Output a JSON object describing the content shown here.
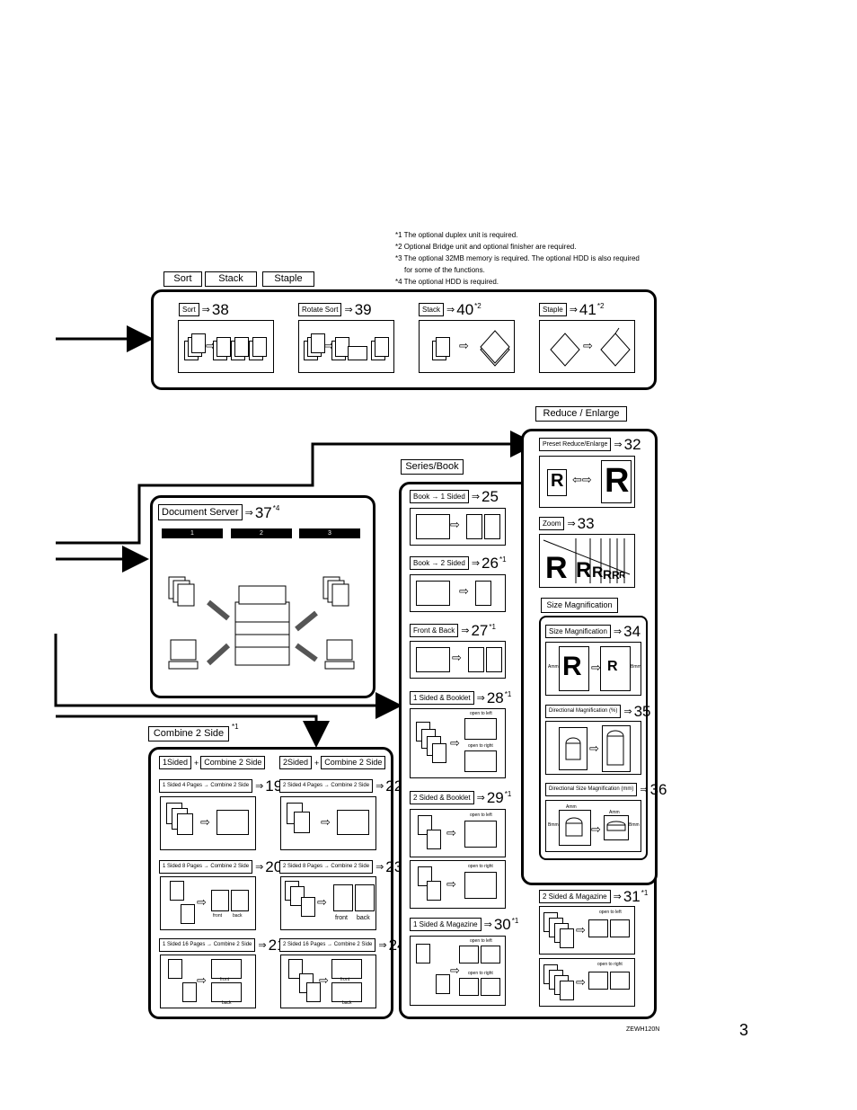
{
  "notes": [
    "*1 The optional duplex unit is required.",
    "*2 Optional Bridge unit and optional finisher are required.",
    "*3 The optional 32MB memory is required. The optional HDD is also required",
    "for some of the functions.",
    "*4 The optional HDD is required."
  ],
  "sort_group": {
    "headers": [
      "Sort",
      "Stack",
      "Staple"
    ],
    "items": [
      {
        "label": "Sort",
        "arrow": "⇒",
        "page": "38",
        "note": ""
      },
      {
        "label": "Rotate Sort",
        "arrow": "⇒",
        "page": "39",
        "note": ""
      },
      {
        "label": "Stack",
        "arrow": "⇒",
        "page": "40",
        "note": "*2"
      },
      {
        "label": "Staple",
        "arrow": "⇒",
        "page": "41",
        "note": "*2"
      }
    ]
  },
  "document_server": {
    "label": "Document Server",
    "arrow": "⇒",
    "page": "37",
    "note": "*4",
    "tabs": [
      "1",
      "2",
      "3"
    ]
  },
  "combine": {
    "header": "Combine 2 Side",
    "header_note": "*1",
    "col1_a": "1Sided",
    "col1_plus": "+",
    "col1_b": "Combine 2 Side",
    "col2_a": "2Sided",
    "col2_plus": "+",
    "col2_b": "Combine 2 Side",
    "items": [
      {
        "label": "1 Sided 4 Pages → Combine 2 Side",
        "arrow": "⇒",
        "page": "19"
      },
      {
        "label": "2 Sided 4 Pages → Combine 2 Side",
        "arrow": "⇒",
        "page": "22"
      },
      {
        "label": "1 Sided 8 Pages → Combine 2 Side",
        "arrow": "⇒",
        "page": "20"
      },
      {
        "label": "2 Sided 8 Pages → Combine 2 Side",
        "arrow": "⇒",
        "page": "23"
      },
      {
        "label": "1 Sided 16 Pages → Combine 2 Side",
        "arrow": "⇒",
        "page": "21"
      },
      {
        "label": "2 Sided 16 Pages → Combine 2 Side",
        "arrow": "⇒",
        "page": "24"
      }
    ],
    "front": "front",
    "back": "back"
  },
  "series": {
    "header": "Series/Book",
    "items": [
      {
        "label": "Book → 1 Sided",
        "arrow": "⇒",
        "page": "25",
        "note": ""
      },
      {
        "label": "Book → 2 Sided",
        "arrow": "⇒",
        "page": "26",
        "note": "*1"
      },
      {
        "label": "Front & Back",
        "arrow": "⇒",
        "page": "27",
        "note": "*1"
      },
      {
        "label": "1 Sided & Booklet",
        "arrow": "⇒",
        "page": "28",
        "note": "*1"
      },
      {
        "label": "2 Sided & Booklet",
        "arrow": "⇒",
        "page": "29",
        "note": "*1"
      },
      {
        "label": "1 Sided & Magazine",
        "arrow": "⇒",
        "page": "30",
        "note": "*1"
      },
      {
        "label": "2 Sided & Magazine",
        "arrow": "⇒",
        "page": "31",
        "note": "*1"
      }
    ],
    "open_left": "open to left",
    "open_right": "open to right"
  },
  "reduce": {
    "header": "Reduce / Enlarge",
    "items": [
      {
        "label": "Preset Reduce/Enlarge",
        "arrow": "⇒",
        "page": "32"
      },
      {
        "label": "Zoom",
        "arrow": "⇒",
        "page": "33"
      }
    ],
    "size_mag_header": "Size Magnification",
    "size_items": [
      {
        "label": "Size Magnification",
        "arrow": "⇒",
        "page": "34"
      },
      {
        "label": "Directional Magnification (%)",
        "arrow": "⇒",
        "page": "35"
      },
      {
        "label": "Directional Size Magnification (mm)",
        "arrow": "⇒",
        "page": "36"
      }
    ],
    "letter": "R",
    "amm": "Amm",
    "bmm": "Bmm"
  },
  "footer": {
    "code": "ZEWH120N",
    "page_number": "3"
  }
}
